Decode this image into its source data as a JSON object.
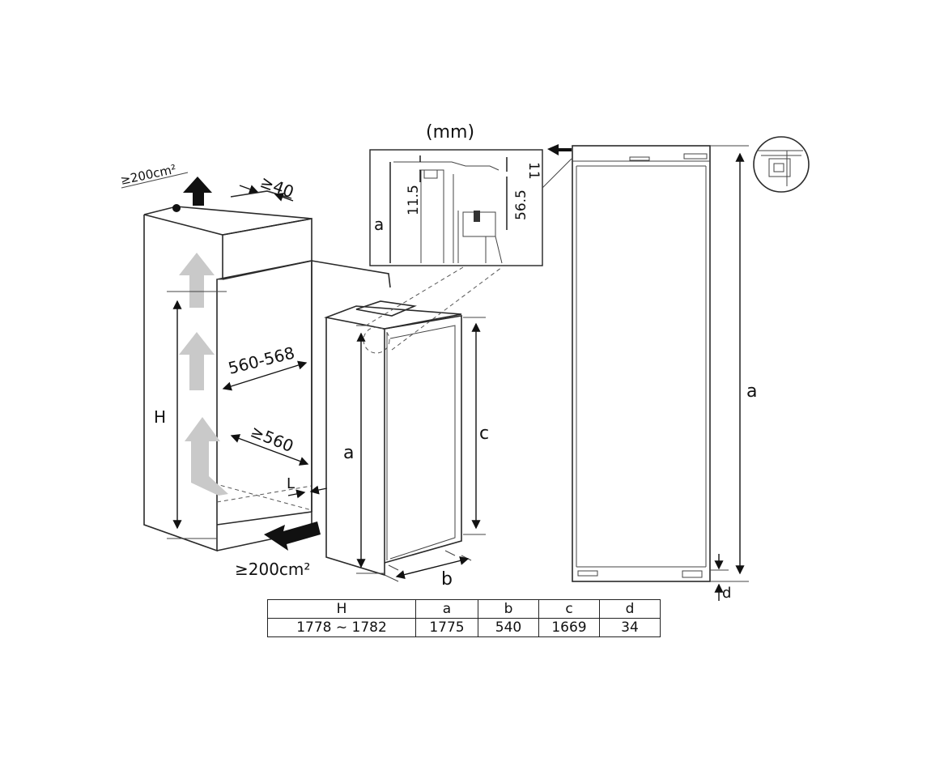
{
  "unit_label": "(mm)",
  "vent_top_label": "≥200cm²",
  "vent_bottom_label": "≥200cm²",
  "gap_top_label": "≥40",
  "width_range_label": "560-568",
  "depth_min_label": "≥560",
  "l_label": "L",
  "h_label": "H",
  "a_label": "a",
  "b_label": "b",
  "c_label": "c",
  "d_label": "d",
  "detail_11_5": "11.5",
  "detail_56_5": "56.5",
  "detail_11": "11",
  "detail_a": "a",
  "table": {
    "headers": [
      "H",
      "a",
      "b",
      "c",
      "d"
    ],
    "values": [
      "1778 ~ 1782",
      "1775",
      "540",
      "1669",
      "34"
    ]
  }
}
